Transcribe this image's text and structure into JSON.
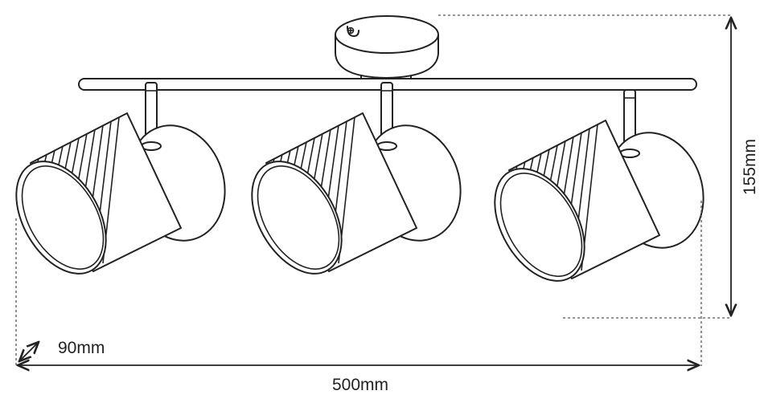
{
  "dimensions": {
    "width_label": "500mm",
    "height_label": "155mm",
    "depth_label": "90mm"
  },
  "colors": {
    "line": "#222222",
    "dimension_line": "#555555",
    "background": "#ffffff"
  },
  "components": {
    "spotlight_count": 3
  }
}
